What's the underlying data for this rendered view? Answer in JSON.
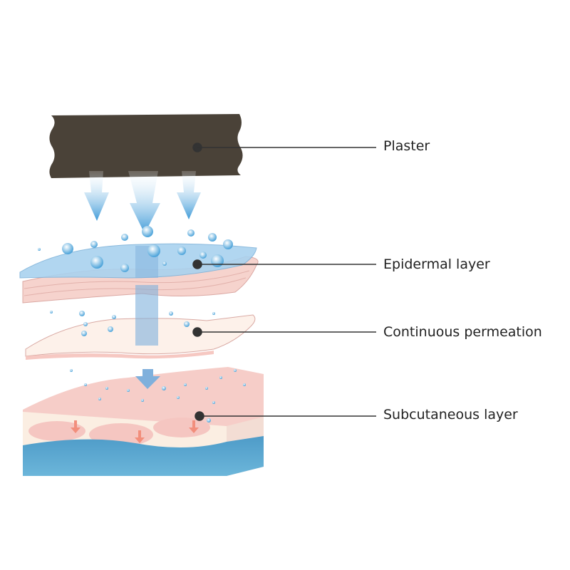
{
  "labels": {
    "plaster": "Plaster",
    "epidermal": "Epidermal layer",
    "permeation": "Continuous permeation",
    "subcutaneous": "Subcutaneous layer"
  },
  "colors": {
    "plaster": "#4a4238",
    "water": "#4aa3dc",
    "skin": "#f4c9c4",
    "fat": "#fbeee2",
    "deep": "#5aa7cf",
    "leader": "#333333"
  }
}
